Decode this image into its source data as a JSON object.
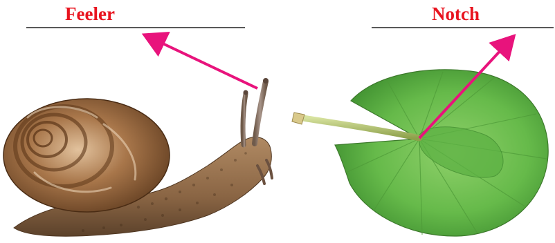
{
  "labels": {
    "feeler": "Feeler",
    "notch": "Notch"
  },
  "colors": {
    "label_text": "#e8141f",
    "arrow": "#e8137c",
    "underline": "#222222",
    "snail_shell": "#8a5a34",
    "snail_body": "#8f6a48",
    "leaf": "#64b94a"
  },
  "subjects": {
    "left": "snail",
    "right": "lily-pad"
  }
}
